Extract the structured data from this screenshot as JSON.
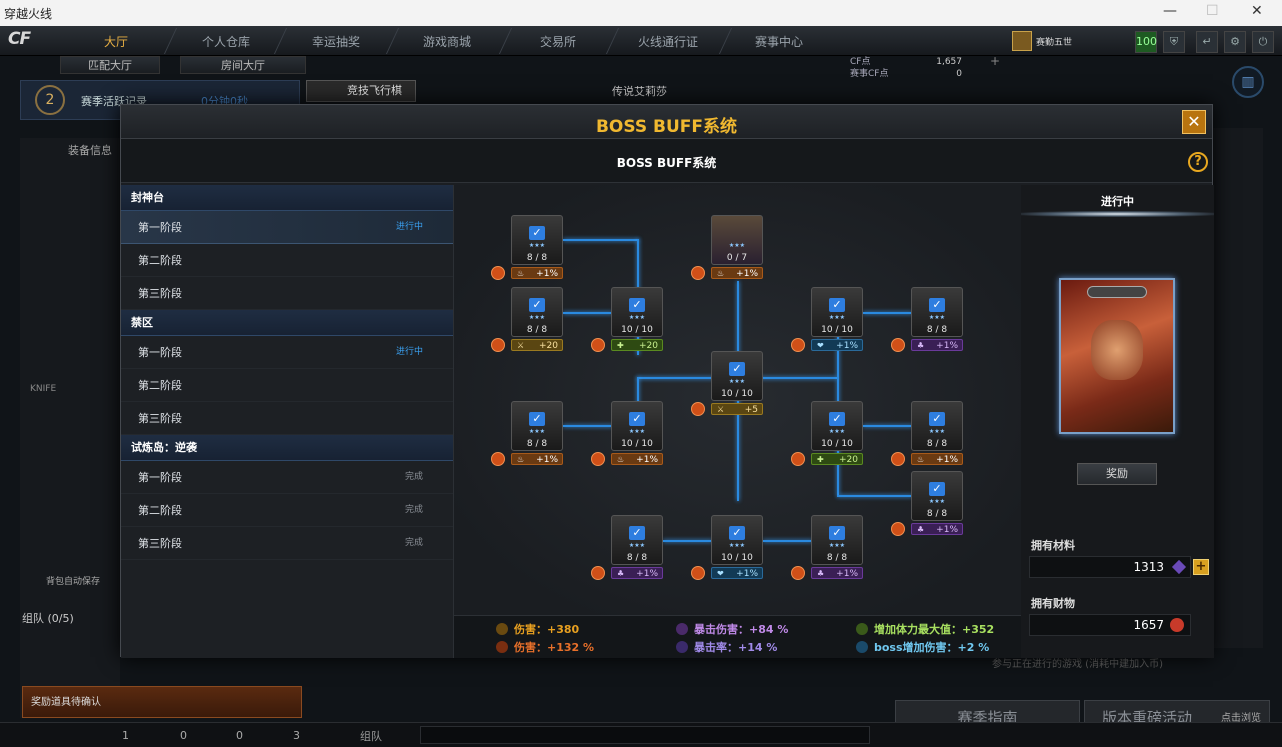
{
  "window": {
    "title": "穿越火线"
  },
  "topnav": {
    "items": [
      "大厅",
      "个人仓库",
      "幸运抽奖",
      "游戏商城",
      "交易所",
      "火线通行证",
      "赛事中心"
    ],
    "cf_label": "CF点",
    "cf_value": "1,657",
    "bonus_label": "赛事CF点",
    "bonus_value": "0",
    "rank_name": "赛勤五世",
    "level": "100"
  },
  "subnav": {
    "match": "匹配大厅",
    "room": "房间大厅"
  },
  "lobby": {
    "season_label": "赛季活跃记录",
    "season_time": "0分钟0秒",
    "race_label": "竞技飞行棋",
    "legend": "传说艾莉莎",
    "equip_info": "装备信息",
    "knife": "KNIFE",
    "auto_save": "背包自动保存",
    "team": "组队 (0/5)",
    "reward_confirm": "奖励道具待确认",
    "season_guide": "赛季指南",
    "heavy_event": "版本重磅活动",
    "click_view": "点击浏览",
    "group": "组队",
    "bottom_counts": [
      "1",
      "0",
      "0",
      "3"
    ],
    "hint": "参与正在进行的游戏 (消耗中建加入币)"
  },
  "modal": {
    "title": "BOSS BUFF系统",
    "subtitle": "BOSS BUFF系统",
    "close": "✕",
    "help": "?",
    "groups": [
      {
        "name": "封神台",
        "stages": [
          {
            "label": "第一阶段",
            "status": "进行中",
            "sel": true
          },
          {
            "label": "第二阶段",
            "status": ""
          },
          {
            "label": "第三阶段",
            "status": ""
          }
        ]
      },
      {
        "name": "禁区",
        "stages": [
          {
            "label": "第一阶段",
            "status": "进行中"
          },
          {
            "label": "第二阶段",
            "status": ""
          },
          {
            "label": "第三阶段",
            "status": ""
          }
        ]
      },
      {
        "name": "试炼岛：逆袭",
        "stages": [
          {
            "label": "第一阶段",
            "status": "完成"
          },
          {
            "label": "第二阶段",
            "status": "完成"
          },
          {
            "label": "第三阶段",
            "status": "完成"
          }
        ]
      }
    ],
    "nodes": [
      {
        "count": "8 / 8",
        "buff": "+1%",
        "kind": "orange",
        "sym": "♨"
      },
      {
        "count": "0 / 7",
        "buff": "+1%",
        "kind": "orange",
        "sym": "♨",
        "boss": true
      },
      {
        "count": "8 / 8",
        "buff": "+20",
        "kind": "gold",
        "sym": "⚔"
      },
      {
        "count": "10 / 10",
        "buff": "+20",
        "kind": "green",
        "sym": "✚"
      },
      {
        "count": "10 / 10",
        "buff": "+1%",
        "kind": "blue",
        "sym": "❤"
      },
      {
        "count": "8 / 8",
        "buff": "+1%",
        "kind": "purple",
        "sym": "♣"
      },
      {
        "count": "10 / 10",
        "buff": "+5",
        "kind": "gold",
        "sym": "⚔"
      },
      {
        "count": "8 / 8",
        "buff": "+1%",
        "kind": "orange",
        "sym": "♨"
      },
      {
        "count": "10 / 10",
        "buff": "+1%",
        "kind": "orange",
        "sym": "♨"
      },
      {
        "count": "10 / 10",
        "buff": "+20",
        "kind": "green",
        "sym": "✚"
      },
      {
        "count": "8 / 8",
        "buff": "+1%",
        "kind": "orange",
        "sym": "♨"
      },
      {
        "count": "8 / 8",
        "buff": "+1%",
        "kind": "purple",
        "sym": "♣"
      },
      {
        "count": "8 / 8",
        "buff": "+1%",
        "kind": "purple",
        "sym": "♣"
      },
      {
        "count": "10 / 10",
        "buff": "+1%",
        "kind": "blue",
        "sym": "❤"
      },
      {
        "count": "8 / 8",
        "buff": "+1%",
        "kind": "purple",
        "sym": "♣"
      }
    ],
    "stats": {
      "damage": "伤害：+380",
      "damage_pct": "伤害：+132 %",
      "crit_dmg": "暴击伤害：+84 %",
      "crit_rate": "暴击率：+14 %",
      "max_hp": "增加体力最大值：+352",
      "boss_dmg": "boss增加伤害：+2 %"
    },
    "right": {
      "status": "进行中",
      "reward": "奖励",
      "materials_label": "拥有材料",
      "materials_value": "1313",
      "wealth_label": "拥有财物",
      "wealth_value": "1657"
    }
  },
  "colors": {
    "accent": "#f0b830",
    "link": "#3aa0f0",
    "line": "#2a8ae0"
  }
}
